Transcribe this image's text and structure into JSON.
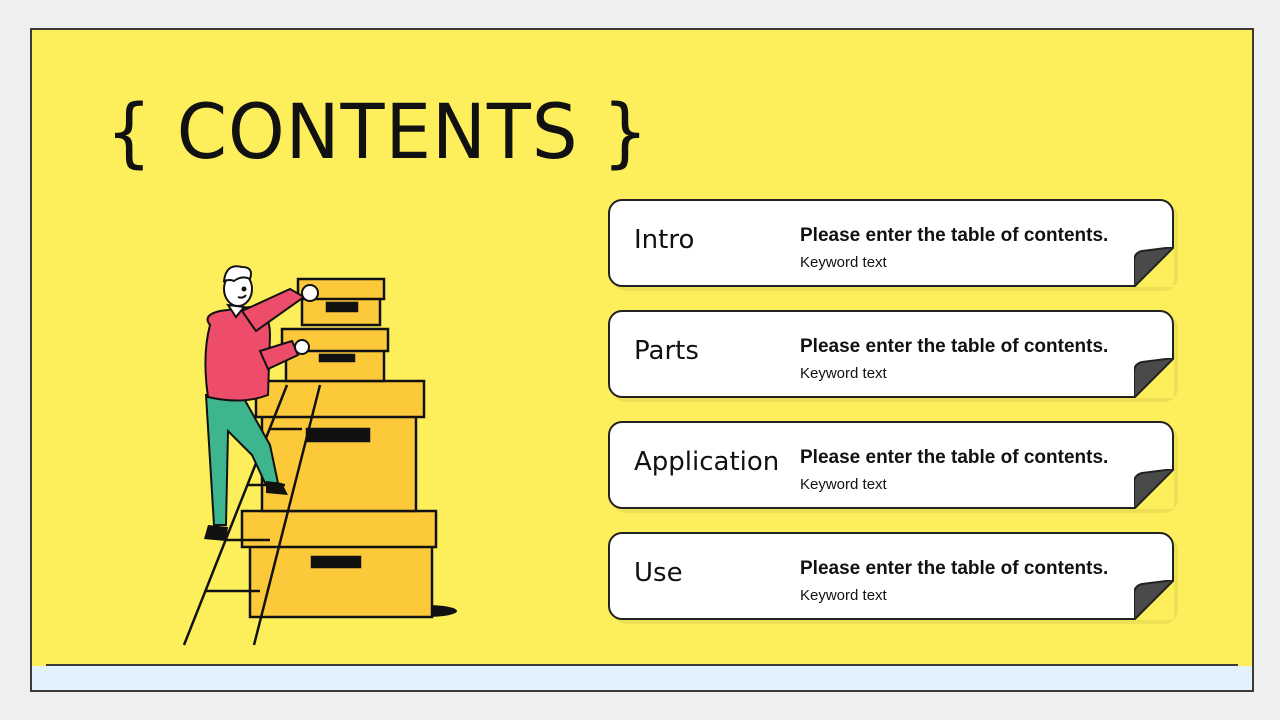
{
  "slide": {
    "title": "{ CONTENTS }",
    "accent_color": "#fdef5c",
    "box_color": "#fcc93a",
    "figure_shirt_color": "#ee4c6b",
    "figure_pants_color": "#3db58f"
  },
  "toc": {
    "items": [
      {
        "name": "Intro",
        "description": "Please enter the table of contents.",
        "keyword": "Keyword text"
      },
      {
        "name": "Parts",
        "description": "Please enter the table of contents.",
        "keyword": "Keyword text"
      },
      {
        "name": "Application",
        "description": "Please enter the table of contents.",
        "keyword": "Keyword text"
      },
      {
        "name": "Use",
        "description": "Please enter the table of contents.",
        "keyword": "Keyword text"
      }
    ]
  }
}
